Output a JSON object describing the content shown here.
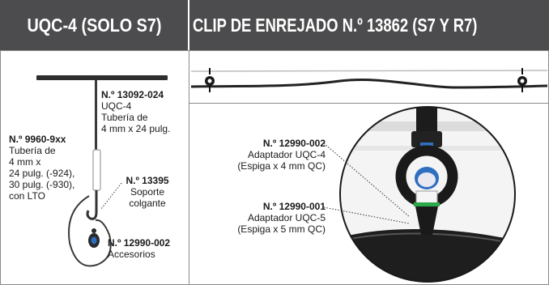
{
  "headers": {
    "left": "UQC-4 (SOLO S7)",
    "right": "CLIP DE ENREJADO N.º 13862 (S7 Y R7)"
  },
  "left_panel": {
    "label_13092": {
      "number": "N.º 13092-024",
      "lines": [
        "UQC-4",
        "Tubería de",
        "4 mm x 24 pulg."
      ]
    },
    "label_9960": {
      "number": "N.º 9960-9xx",
      "lines": [
        "Tubería de",
        "4 mm x",
        "24 pulg. (-924),",
        "30 pulg. (-930),",
        "con LTO"
      ]
    },
    "label_13395": {
      "number": "N.º 13395",
      "lines": [
        "Soporte",
        "colgante"
      ]
    },
    "label_12990_002": {
      "number": "N.º 12990-002",
      "lines": [
        "Accesorios"
      ]
    }
  },
  "right_panel": {
    "label_12990_002": {
      "number": "N.º 12990-002",
      "lines": [
        "Adaptador UQC-4",
        "(Espiga x 4 mm QC)"
      ]
    },
    "label_12990_001": {
      "number": "N.º 12990-001",
      "lines": [
        "Adaptador UQC-5",
        "(Espiga x 5 mm QC)"
      ]
    }
  },
  "colors": {
    "header_bg": "#4c4c4e",
    "header_text": "#ffffff",
    "pipe": "#2a2a2a",
    "nozzle_blue": "#2f6fc0",
    "ring_green": "#2aa84a"
  }
}
